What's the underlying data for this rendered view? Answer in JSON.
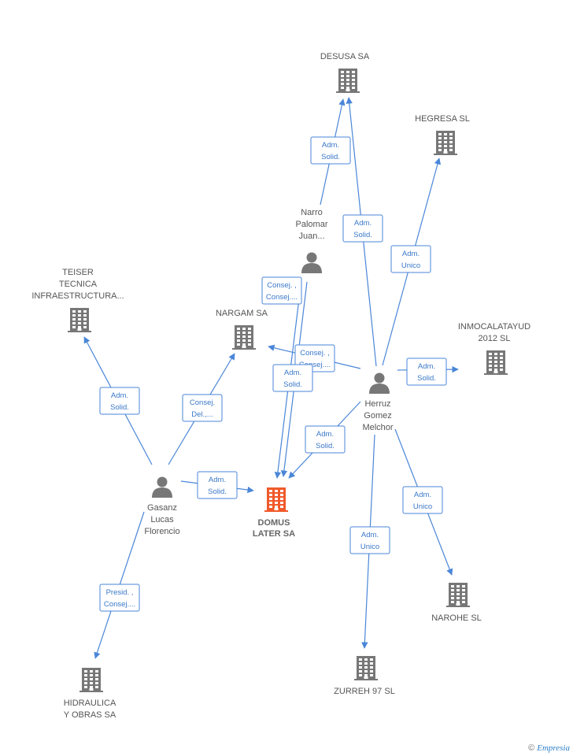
{
  "colors": {
    "edge": "#4a86d8",
    "company": "#777777",
    "focus_company": "#f0592a",
    "person": "#777777"
  },
  "nodes": [
    {
      "id": "desusa",
      "type": "company",
      "lines": [
        "DESUSA SA"
      ]
    },
    {
      "id": "hegresa",
      "type": "company",
      "lines": [
        "HEGRESA SL"
      ]
    },
    {
      "id": "narro",
      "type": "person",
      "lines": [
        "Narro",
        "Palomar",
        "Juan..."
      ]
    },
    {
      "id": "teiser",
      "type": "company",
      "lines": [
        "TEISER",
        "TECNICA",
        "INFRAESTRUCTURA..."
      ]
    },
    {
      "id": "nargam",
      "type": "company",
      "lines": [
        "NARGAM SA"
      ]
    },
    {
      "id": "inmocal",
      "type": "company",
      "lines": [
        "INMOCALATAYUD",
        "2012 SL"
      ]
    },
    {
      "id": "herruz",
      "type": "person",
      "lines": [
        "Herruz",
        "Gomez",
        "Melchor"
      ]
    },
    {
      "id": "gasanz",
      "type": "person",
      "lines": [
        "Gasanz",
        "Lucas",
        "Florencio"
      ]
    },
    {
      "id": "domus",
      "type": "company",
      "focus": true,
      "lines": [
        "DOMUS",
        "LATER SA"
      ]
    },
    {
      "id": "narohe",
      "type": "company",
      "lines": [
        "NAROHE SL"
      ]
    },
    {
      "id": "zurreh",
      "type": "company",
      "lines": [
        "ZURREH 97 SL"
      ]
    },
    {
      "id": "hidraulica",
      "type": "company",
      "lines": [
        "HIDRAULICA",
        "Y OBRAS SA"
      ]
    }
  ],
  "edges": [
    {
      "from": "narro",
      "to": "desusa",
      "label": [
        "Adm.",
        "Solid."
      ]
    },
    {
      "from": "herruz",
      "to": "desusa",
      "label": [
        "Adm.",
        "Solid."
      ]
    },
    {
      "from": "herruz",
      "to": "hegresa",
      "label": [
        "Adm.",
        "Unico"
      ]
    },
    {
      "from": "narro",
      "to": "nargam",
      "label": [
        "Consej. ,",
        "Consej...."
      ]
    },
    {
      "from": "herruz",
      "to": "nargam",
      "label": [
        "Consej. ,",
        "Consej...."
      ]
    },
    {
      "from": "narro",
      "to": "domus",
      "label": [
        "Adm.",
        "Solid."
      ]
    },
    {
      "from": "herruz",
      "to": "domus",
      "label": [
        "Adm.",
        "Solid."
      ]
    },
    {
      "from": "herruz",
      "to": "inmocal",
      "label": [
        "Adm.",
        "Solid."
      ]
    },
    {
      "from": "herruz",
      "to": "narohe",
      "label": [
        "Adm.",
        "Unico"
      ]
    },
    {
      "from": "herruz",
      "to": "zurreh",
      "label": [
        "Adm.",
        "Unico"
      ]
    },
    {
      "from": "gasanz",
      "to": "teiser",
      "label": [
        "Adm.",
        "Solid."
      ]
    },
    {
      "from": "gasanz",
      "to": "nargam",
      "label": [
        "Consej.",
        "Del.,..."
      ]
    },
    {
      "from": "gasanz",
      "to": "domus",
      "label": [
        "Adm.",
        "Solid."
      ]
    },
    {
      "from": "gasanz",
      "to": "hidraulica",
      "label": [
        "Presid. ,",
        "Consej...."
      ]
    }
  ],
  "brand": {
    "copyright": "©",
    "name": "Empresia"
  }
}
